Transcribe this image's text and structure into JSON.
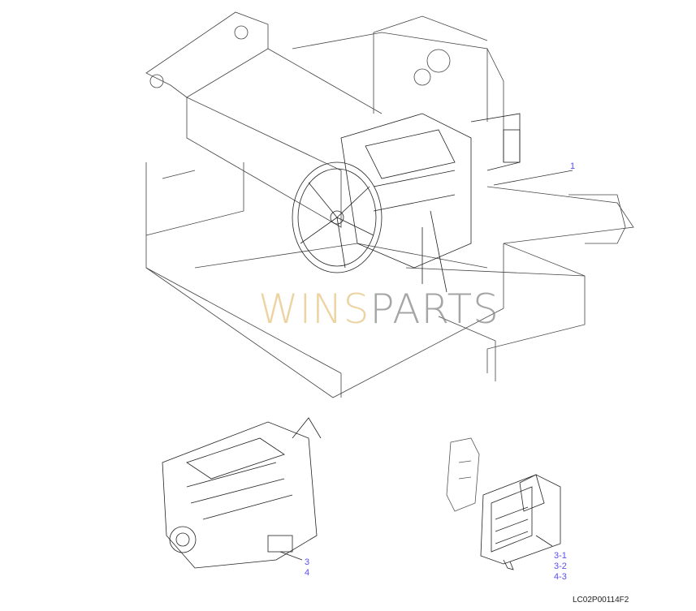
{
  "callouts": {
    "main": "1",
    "engine": [
      "3",
      "4"
    ],
    "ecu": [
      "3-1",
      "3-2",
      "4-3"
    ]
  },
  "drawing_code": "LC02P00114F2",
  "watermark": {
    "part1": "WINS",
    "part2": "PARTS"
  },
  "colors": {
    "callout": "#5a4ff0",
    "line": "#333333"
  }
}
